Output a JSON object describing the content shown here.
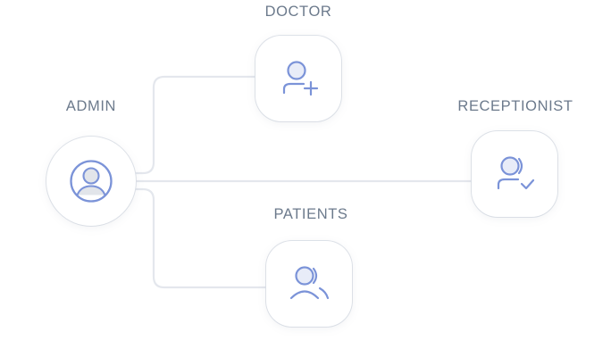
{
  "diagram": {
    "title": "Role relationship diagram",
    "background_color": "#ffffff",
    "label_color": "#6c7a8c",
    "icon_color": "#7b93d8",
    "icon_fill_color": "#e8ecf8",
    "connector_color": "#e4e7ed",
    "card_background": "#ffffff"
  },
  "nodes": [
    {
      "id": "admin",
      "label": "ADMIN",
      "icon": "user-circle-icon",
      "shape": "circle",
      "label_position": "above"
    },
    {
      "id": "doctor",
      "label": "DOCTOR",
      "icon": "user-add-icon",
      "shape": "rounded-square",
      "label_position": "above"
    },
    {
      "id": "receptionist",
      "label": "RECEPTIONIST",
      "icon": "user-check-icon",
      "shape": "rounded-square",
      "label_position": "above"
    },
    {
      "id": "patients",
      "label": "PATIENTS",
      "icon": "users-group-icon",
      "shape": "rounded-square",
      "label_position": "above"
    }
  ],
  "connections": [
    {
      "from": "admin",
      "to": "doctor",
      "style": "elbow-up"
    },
    {
      "from": "admin",
      "to": "receptionist",
      "style": "straight"
    },
    {
      "from": "admin",
      "to": "patients",
      "style": "elbow-down"
    }
  ]
}
